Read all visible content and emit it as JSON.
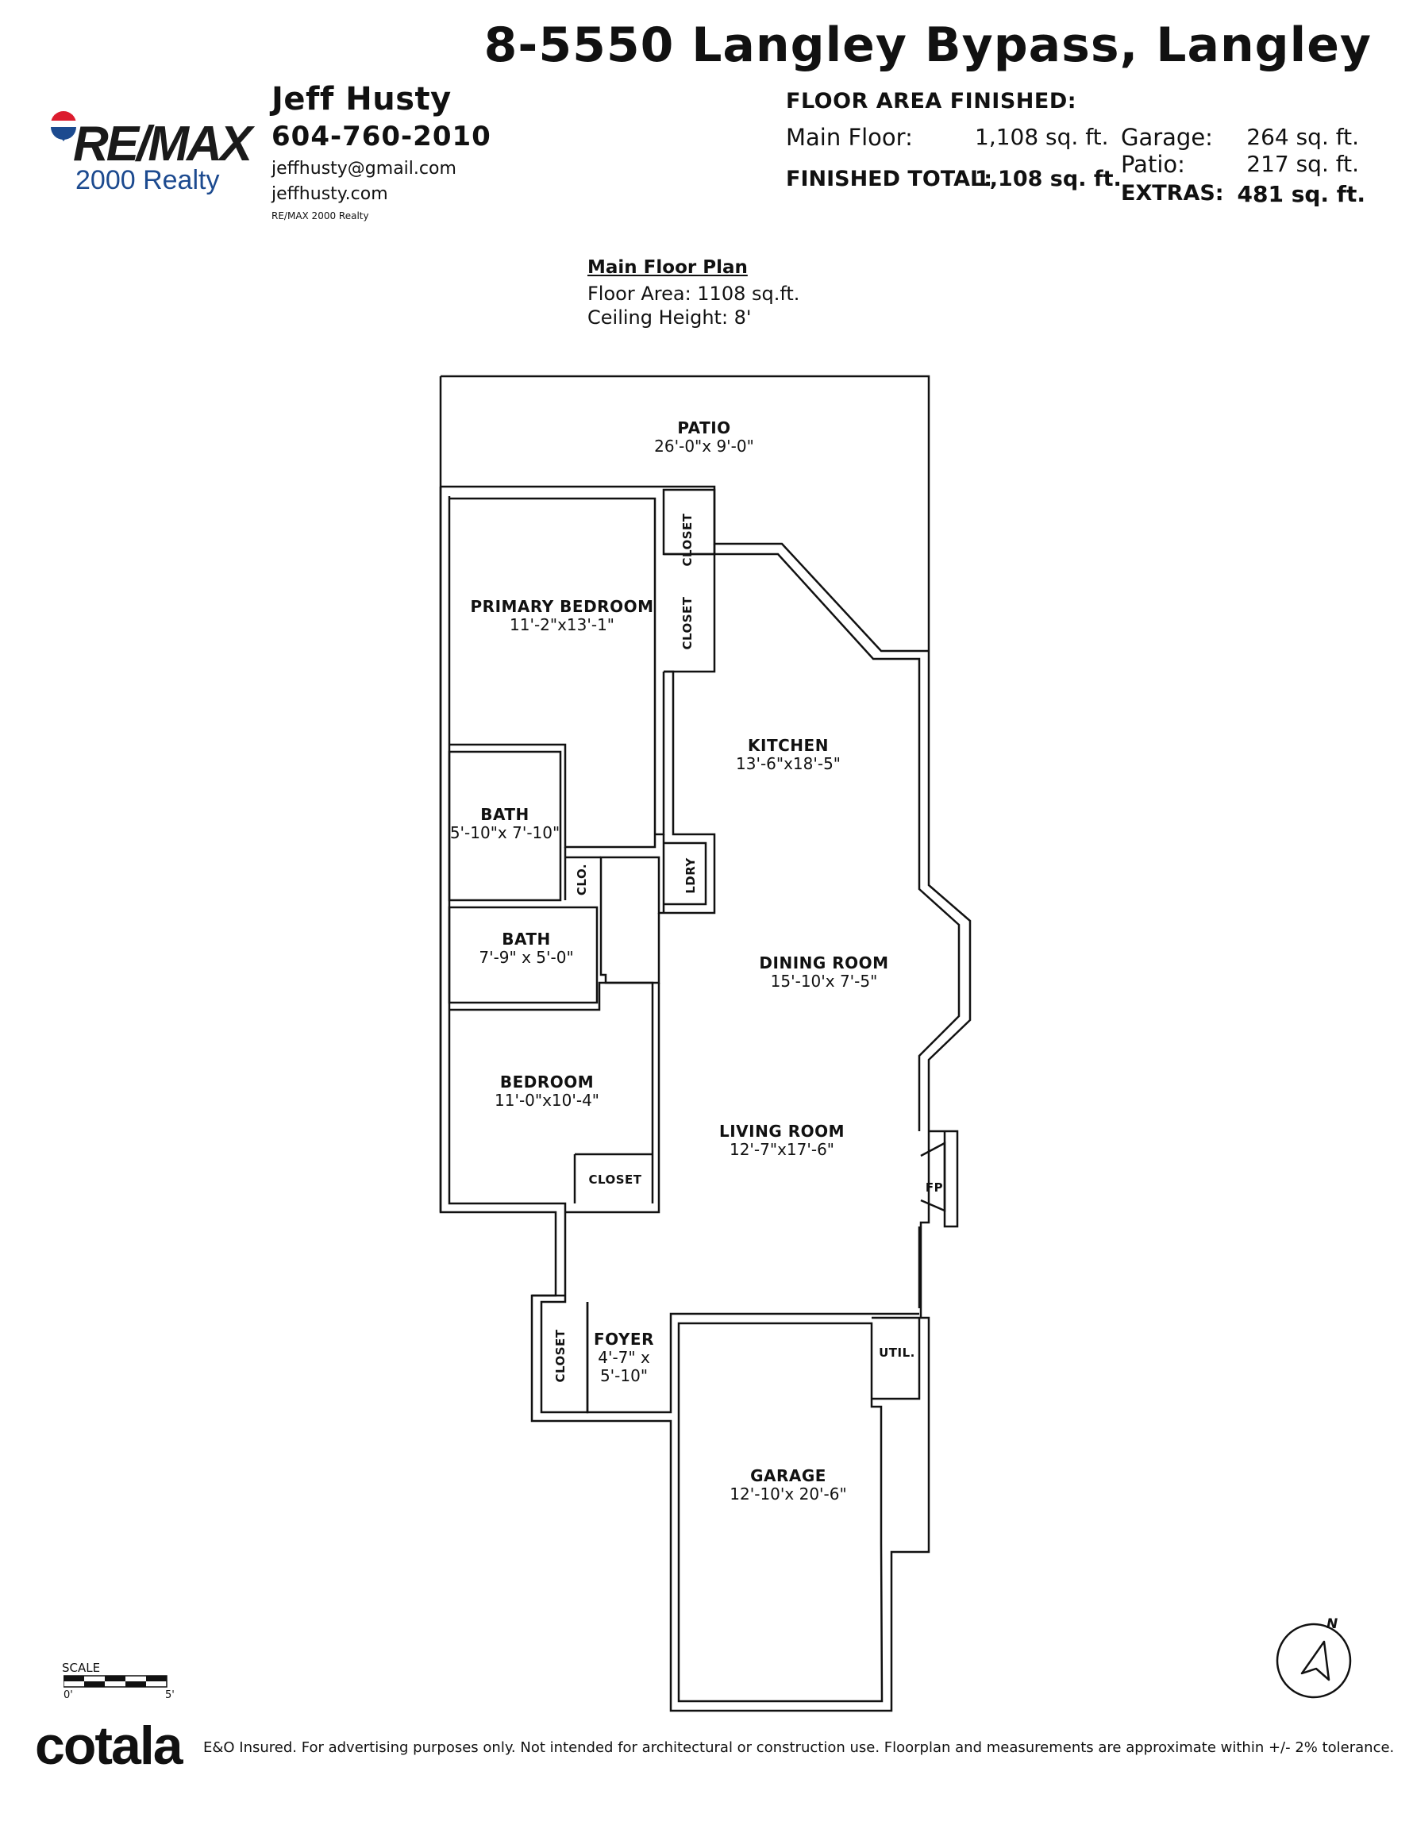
{
  "listing": {
    "address": "8-5550 Langley Bypass, Langley"
  },
  "summary": {
    "title": "FLOOR AREA FINISHED:",
    "main_floor_label": "Main Floor:",
    "main_floor_value": "1,108 sq. ft.",
    "finished_total_label": "FINISHED TOTAL:",
    "finished_total_value": "1,108 sq. ft.",
    "garage_label": "Garage:",
    "garage_value": "264 sq. ft.",
    "patio_label": "Patio:",
    "patio_value": "217 sq. ft.",
    "extras_label": "EXTRAS:",
    "extras_value": "481 sq. ft."
  },
  "agent": {
    "logo_text": "RE/MAX",
    "logo_subtitle": "2000 Realty",
    "name": "Jeff Husty",
    "phone": "604-760-2010",
    "email": "jeffhusty@gmail.com",
    "website": "jeffhusty.com",
    "brokerage": "RE/MAX 2000 Realty"
  },
  "plan": {
    "title": "Main Floor Plan",
    "floor_area": "Floor Area: 1108 sq.ft.",
    "ceiling_height": "Ceiling Height: 8'"
  },
  "rooms": {
    "patio": {
      "name": "PATIO",
      "dims": "26'-0\"x 9'-0\""
    },
    "primary_bedroom": {
      "name": "PRIMARY BEDROOM",
      "dims": "11'-2\"x13'-1\""
    },
    "kitchen": {
      "name": "KITCHEN",
      "dims": "13'-6\"x18'-5\""
    },
    "bath1": {
      "name": "BATH",
      "dims": "5'-10\"x 7'-10\""
    },
    "bath2": {
      "name": "BATH",
      "dims": "7'-9\" x 5'-0\""
    },
    "dining_room": {
      "name": "DINING ROOM",
      "dims": "15'-10'x 7'-5\""
    },
    "bedroom": {
      "name": "BEDROOM",
      "dims": "11'-0\"x10'-4\""
    },
    "living_room": {
      "name": "LIVING ROOM",
      "dims": "12'-7\"x17'-6\""
    },
    "foyer": {
      "name": "FOYER",
      "dims1": "4'-7\" x",
      "dims2": "5'-10\""
    },
    "garage": {
      "name": "GARAGE",
      "dims": "12'-10'x 20'-6\""
    },
    "closet_a": "CLOSET",
    "closet_b": "CLOSET",
    "closet_bedroom": "CLOSET",
    "closet_foyer": "CLOSET",
    "clo": "CLO.",
    "laundry": "LDRY",
    "utility": "UTIL.",
    "fireplace": "FP"
  },
  "compass": {
    "label": "N"
  },
  "scale": {
    "label": "SCALE",
    "start": "0'",
    "end": "5'"
  },
  "footer": {
    "brand": "cotala",
    "disclaimer": "E&O Insured. For advertising purposes only. Not intended for architectural or construction use. Floorplan and measurements are approximate within +/- 2% tolerance."
  }
}
